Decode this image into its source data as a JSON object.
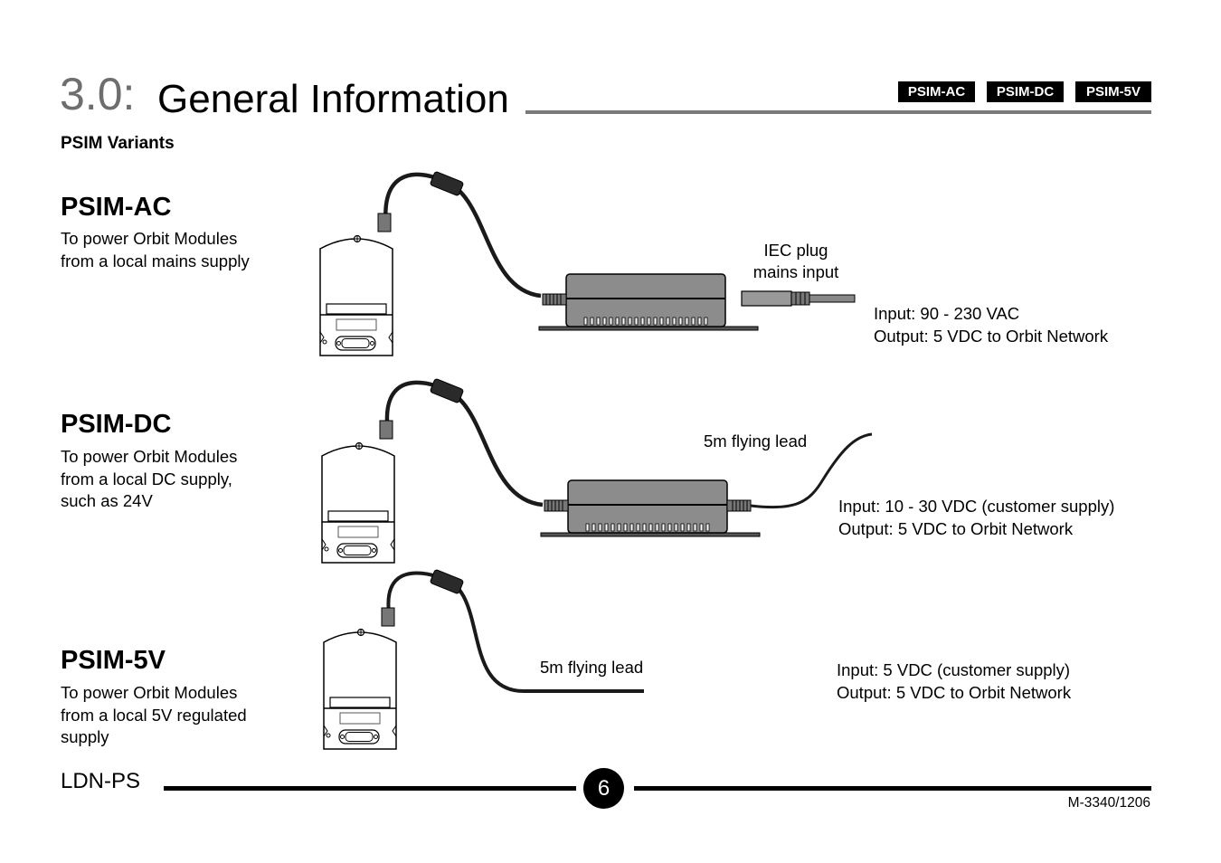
{
  "header": {
    "section_number": "3.0:",
    "title": "General Information",
    "tags": [
      "PSIM-AC",
      "PSIM-DC",
      "PSIM-5V"
    ]
  },
  "subheading": "PSIM Variants",
  "variants": [
    {
      "name": "PSIM-AC",
      "description": [
        "To power Orbit Modules",
        "from a local mains supply"
      ],
      "input": "Input:  90 - 230 VAC",
      "output": "Output: 5 VDC to Orbit Network",
      "label_lines": [
        "IEC plug",
        "mains input"
      ]
    },
    {
      "name": "PSIM-DC",
      "description": [
        "To power Orbit Modules",
        "from a local DC supply,",
        "such as 24V"
      ],
      "input": "Input:  10 - 30 VDC (customer supply)",
      "output": "Output: 5 VDC to Orbit Network",
      "label": "5m flying lead"
    },
    {
      "name": "PSIM-5V",
      "description": [
        "To power Orbit Modules",
        "from a local 5V regulated",
        "supply"
      ],
      "input": "Input:  5 VDC (customer supply)",
      "output": "Output: 5 VDC to Orbit Network",
      "label": "5m flying lead"
    }
  ],
  "footer": {
    "product": "LDN-PS",
    "page_number": "6",
    "doc_number": "M-3340/1206"
  },
  "colors": {
    "title_number": "#6e6e6e",
    "title_rule": "#7a7a7a",
    "psu_body": "#8c8c8c"
  }
}
